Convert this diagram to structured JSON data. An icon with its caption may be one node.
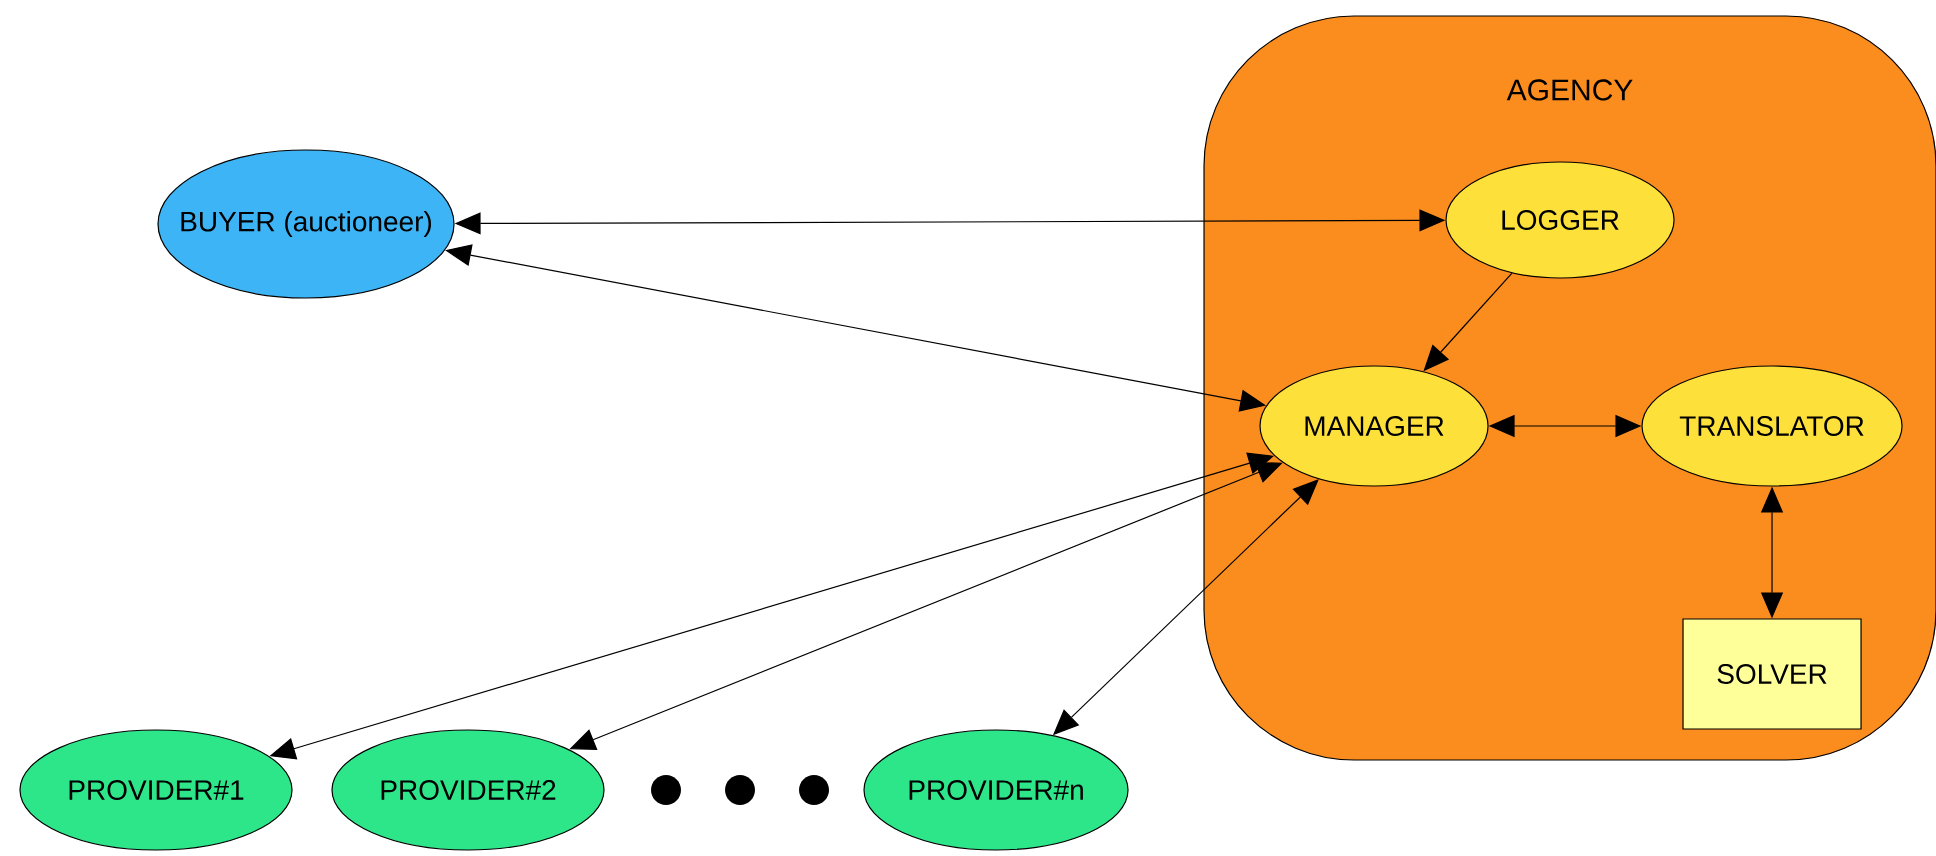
{
  "diagram": {
    "nodes": [
      {
        "text": [
          "BUYER (auctioneer)"
        ]
      },
      {
        "text": [
          "AGENCY"
        ]
      },
      {
        "text": [
          "LOGGER"
        ],
        "in": 1
      },
      {
        "text": [
          "MANAGER"
        ],
        "in": 1
      },
      {
        "text": [
          "TRANSLATOR"
        ],
        "in": 1
      },
      {
        "text": [
          "SOLVER"
        ],
        "in": 1
      },
      {
        "text": [
          "PROVIDER#1"
        ]
      },
      {
        "text": [
          "PROVIDER#2"
        ]
      },
      {
        "text": [
          "PROVIDER#n"
        ]
      }
    ],
    "edges": [
      {
        "from": 0,
        "to": 2,
        "arrow": "both"
      },
      {
        "from": 0,
        "to": 3,
        "arrow": "both"
      },
      {
        "from": 2,
        "to": 3,
        "arrow": "to"
      },
      {
        "from": 3,
        "to": 4,
        "arrow": "both"
      },
      {
        "from": 4,
        "to": 5,
        "arrow": "both"
      },
      {
        "from": 3,
        "to": 6,
        "arrow": "both"
      },
      {
        "from": 3,
        "to": 7,
        "arrow": "both"
      },
      {
        "from": 3,
        "to": 8,
        "arrow": "both"
      }
    ]
  }
}
